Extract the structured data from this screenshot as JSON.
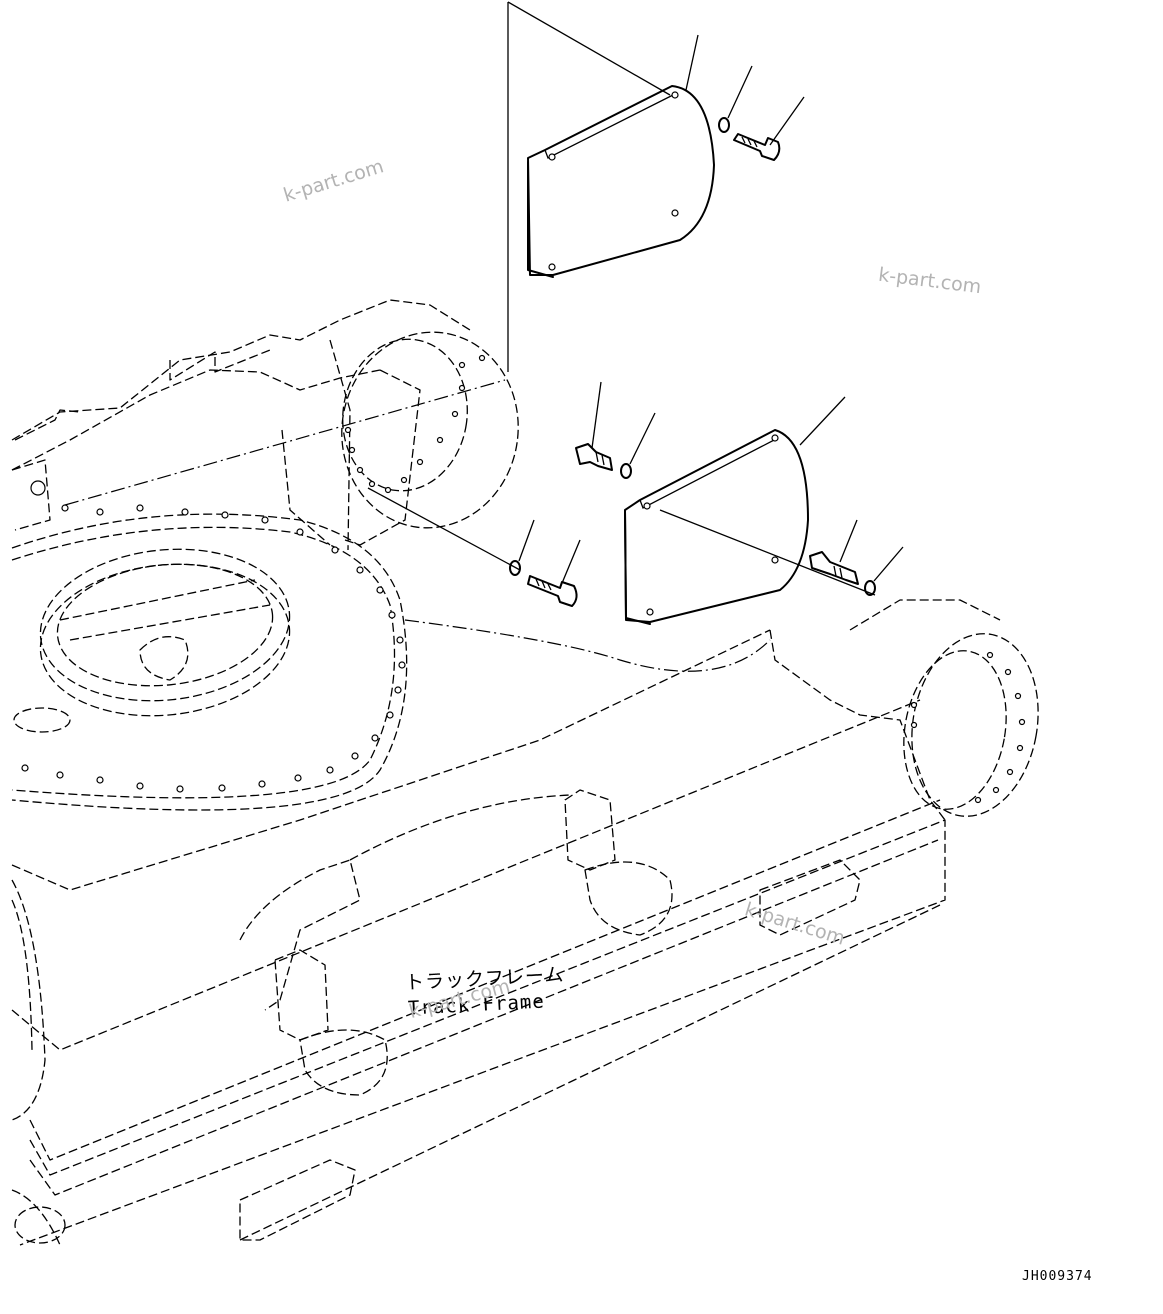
{
  "labels": {
    "track_frame_jp": "トラックフレーム",
    "track_frame_en": "Track Frame"
  },
  "watermark": {
    "text": "k-part.com"
  },
  "drawing_code": "JH009374",
  "parts": [
    {
      "name": "cover-plate"
    },
    {
      "name": "washer"
    },
    {
      "name": "bolt"
    }
  ],
  "colors": {
    "line": "#000000",
    "background": "#ffffff",
    "watermark": "#b3b3b3"
  }
}
